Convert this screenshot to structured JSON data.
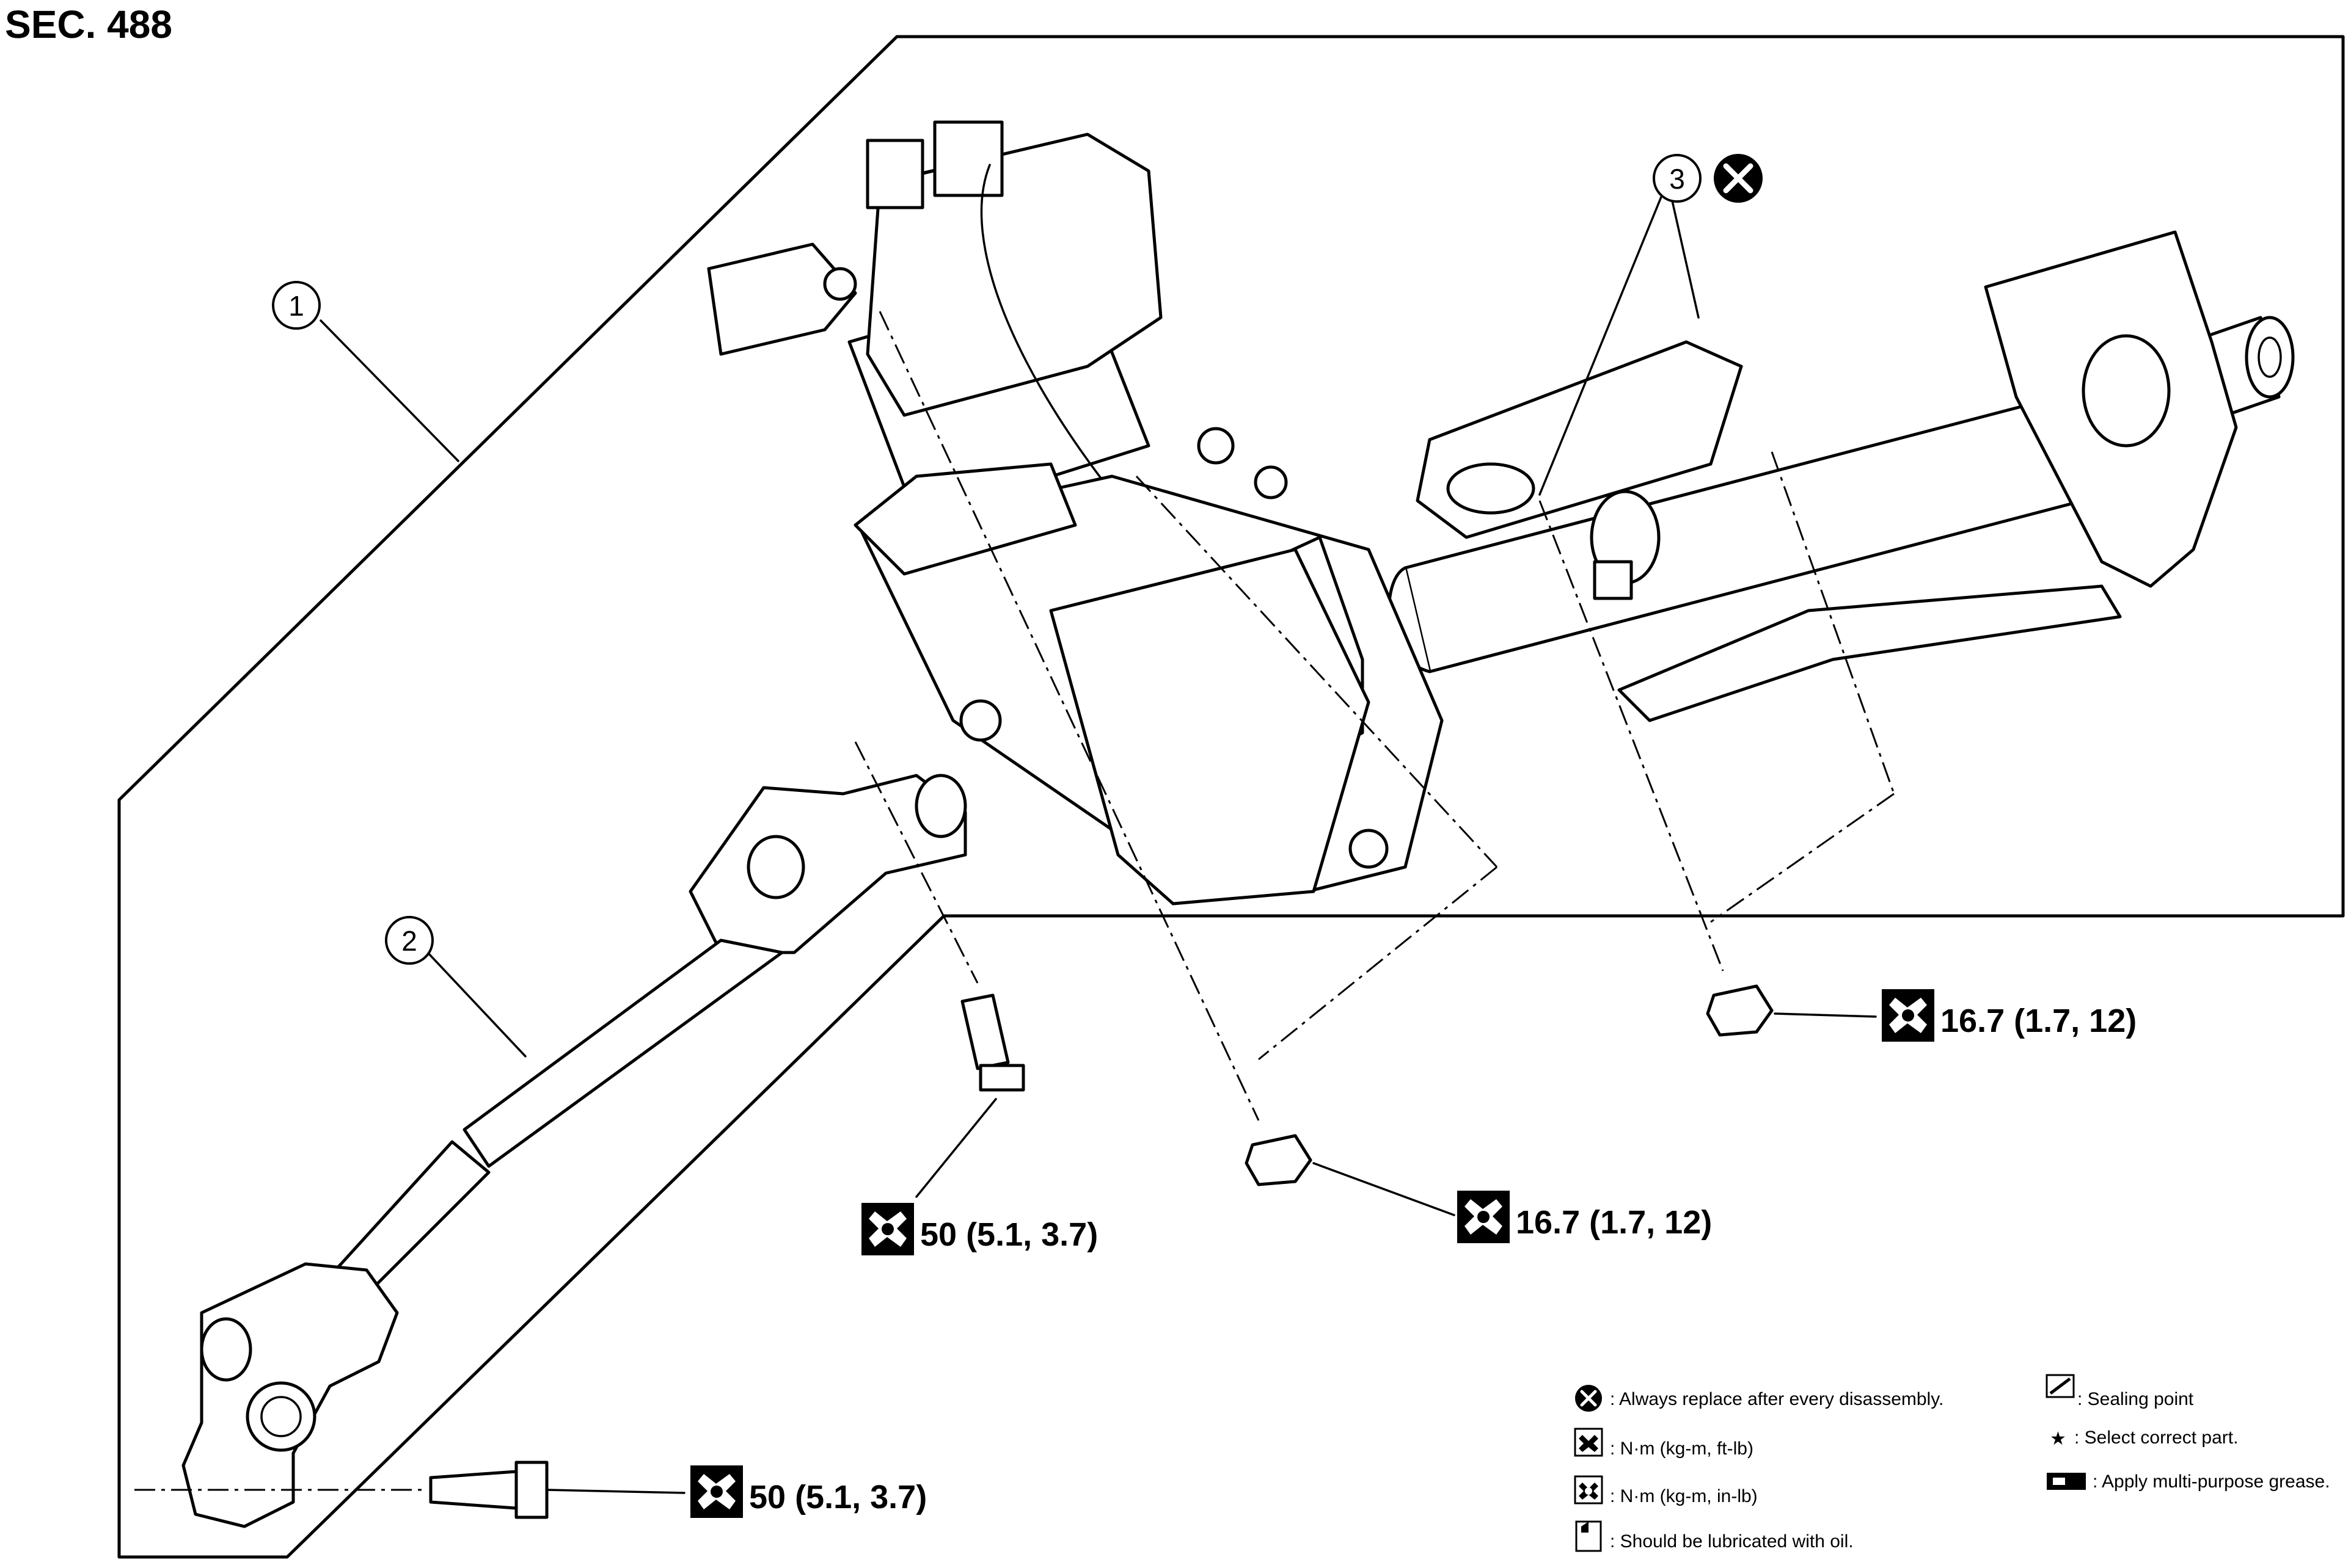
{
  "section_label": "SEC. 488",
  "callouts": [
    {
      "number": "1"
    },
    {
      "number": "2"
    },
    {
      "number": "3"
    }
  ],
  "torques": {
    "lower_bolt": "50 (5.1, 3.7)",
    "mid_bolt": "50 (5.1, 3.7)",
    "lower_nut": "16.7 (1.7, 12)",
    "upper_nut": "16.7 (1.7, 12)"
  },
  "legend": {
    "replace": ": Always replace after every disassembly.",
    "nm_ftlb": ": N·m (kg-m, ft-lb)",
    "nm_inlb": ": N·m (kg-m, in-lb)",
    "lubricate": ": Should be lubricated with oil.",
    "sealing": ": Sealing point",
    "select": ": Select correct part.",
    "grease": ": Apply multi-purpose grease.",
    "star": "★"
  }
}
